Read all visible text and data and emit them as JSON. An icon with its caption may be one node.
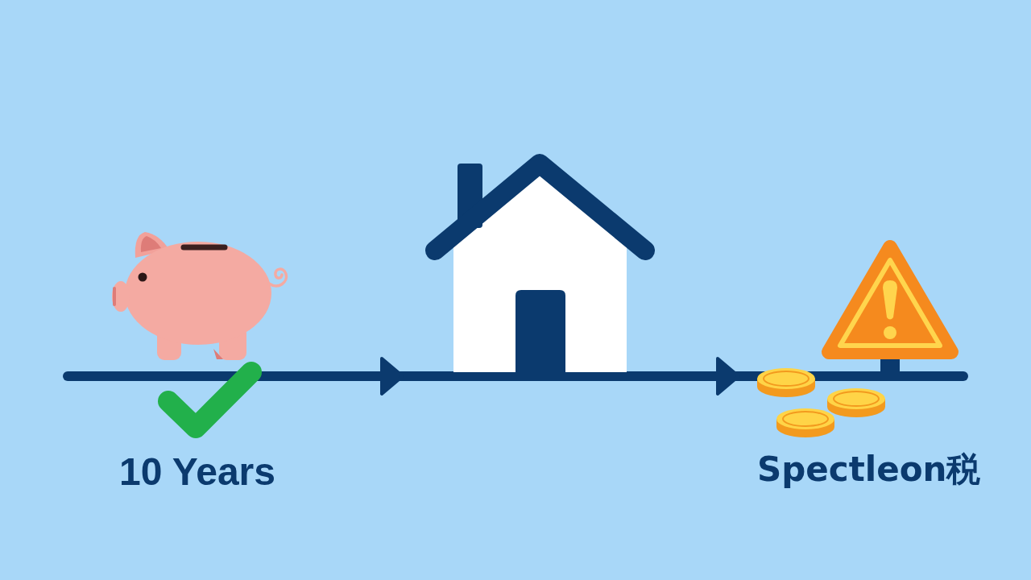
{
  "diagram": {
    "nodes": [
      {
        "text": [],
        "shape": "picture",
        "beside": [
          "10 Years"
        ]
      },
      {
        "text": [],
        "shape": "picture"
      },
      {
        "text": [],
        "shape": "picture",
        "beside": [
          "Spectleon税"
        ]
      }
    ],
    "edges": [
      {
        "from": 0,
        "to": 1,
        "arrow": "to"
      },
      {
        "from": 1,
        "to": 2,
        "arrow": "to"
      }
    ]
  }
}
